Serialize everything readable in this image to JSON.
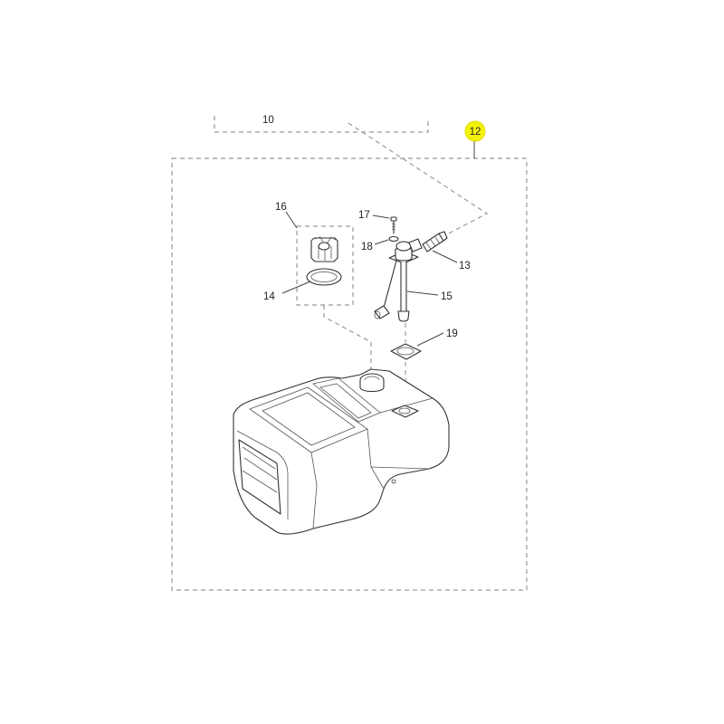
{
  "callouts": {
    "assembly": "12",
    "filler_cap": "16",
    "cap_seal": "14",
    "screw": "17",
    "washer": "18",
    "fitting": "13",
    "fuel_gauge": "15",
    "gasket": "19",
    "partial_top": "10"
  },
  "colors": {
    "highlight": "#f5f20a",
    "line": "#444444",
    "dashed_frame": "#9a9a9a"
  }
}
